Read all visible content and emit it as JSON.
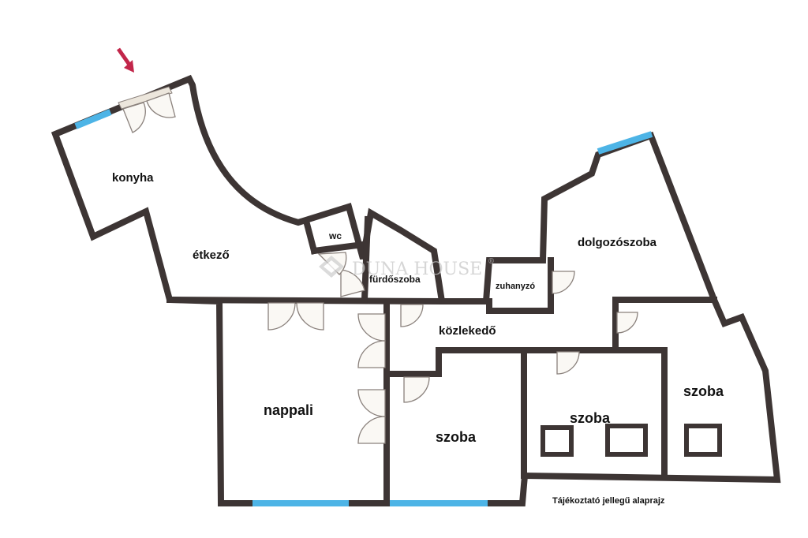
{
  "rooms": {
    "konyha": "konyha",
    "etkezo": "étkező",
    "wc": "wc",
    "furdoszoba": "fürdőszoba",
    "zuhanyzo": "zuhanyzó",
    "dolgozoszoba": "dolgozószoba",
    "kozlekedo": "közlekedő",
    "nappali": "nappali",
    "szoba_1": "szoba",
    "szoba_2": "szoba",
    "szoba_3": "szoba"
  },
  "watermark": {
    "brand": "DUNA HOUSE",
    "mark": "®"
  },
  "caption": "Tájékoztató jellegű alaprajz",
  "colors": {
    "wall": "#3d3534",
    "window": "#4db4e6",
    "entrance_arrow": "#c2264a"
  }
}
